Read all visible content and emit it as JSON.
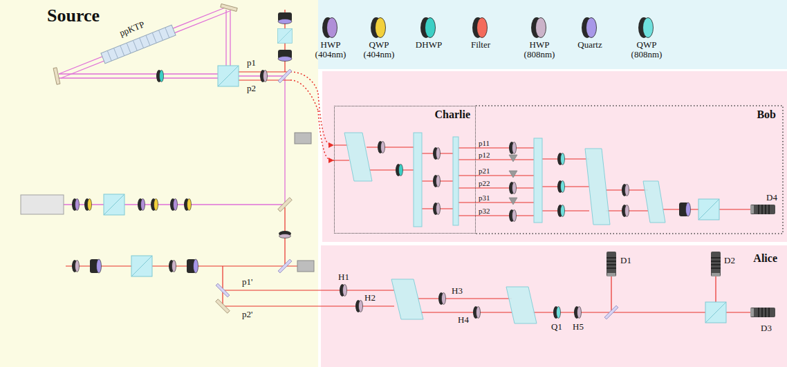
{
  "diagram": {
    "nodes": [
      {
        "text": [
          "Source"
        ]
      },
      {
        "text": [
          "Bob"
        ]
      },
      {
        "text": [
          "Charlie"
        ],
        "in": 1
      },
      {
        "text": [
          "Alice"
        ]
      }
    ],
    "edges": [
      {
        "from": 0,
        "to": 2,
        "arrow": "to"
      },
      {
        "from": 0,
        "to": 2,
        "arrow": "to"
      }
    ],
    "labels": [
      "ppKTP",
      "p1",
      "p2",
      "p11",
      "p12",
      "p21",
      "p22",
      "p31",
      "p32",
      "D4",
      "p1'",
      "p2'",
      "H1",
      "H2",
      "H3",
      "H4",
      "H5",
      "Q1",
      "D1",
      "D2",
      "D3"
    ],
    "legend": [
      {
        "text": "HWP (404nm)",
        "color": "#b08fd8"
      },
      {
        "text": "QWP (404nm)",
        "color": "#f2d03c"
      },
      {
        "text": "DHWP",
        "color": "#3ccfc5"
      },
      {
        "text": "Filter",
        "color": "#f36b5c"
      },
      {
        "text": "HWP (808nm)",
        "color": "#cbb3c9"
      },
      {
        "text": "Quartz",
        "color": "#a898e8"
      },
      {
        "text": "QWP (808nm)",
        "color": "#6fe0dd"
      }
    ]
  }
}
